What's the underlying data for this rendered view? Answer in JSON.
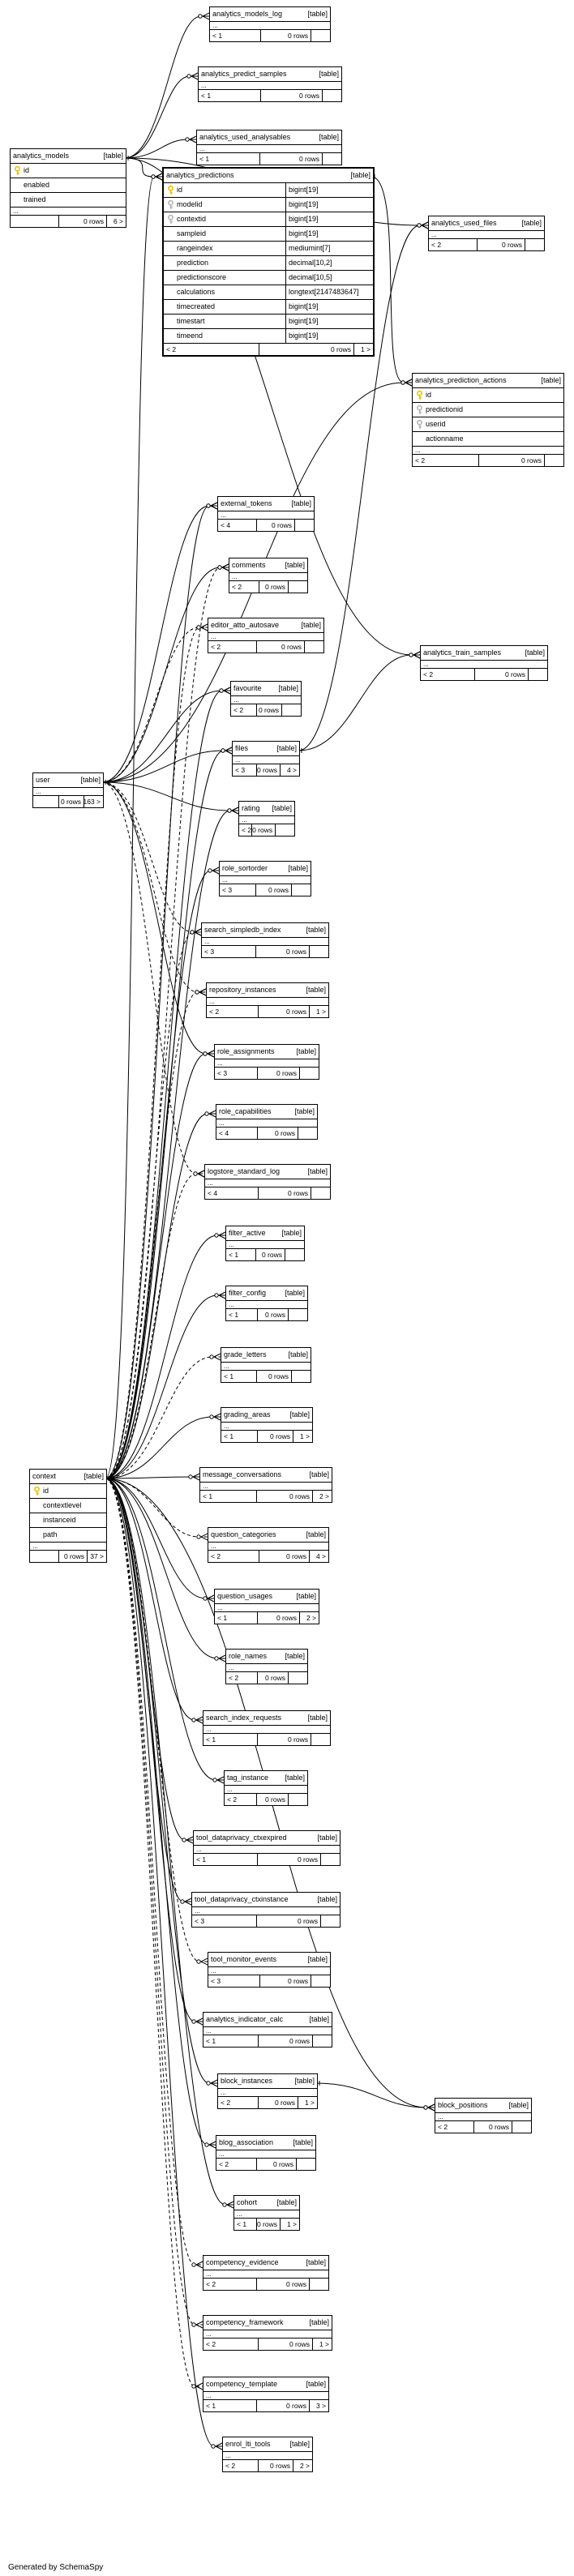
{
  "footer": "Generated by SchemaSpy",
  "colors": {
    "primary_key": "#e8c200",
    "foreign_key": "#b5b5b5",
    "line": "#000000"
  },
  "tables": [
    {
      "id": "analytics_models_log",
      "name": "analytics_models_log",
      "kind": "[table]",
      "ell": true,
      "foot": [
        "< 1",
        "0 rows",
        ""
      ]
    },
    {
      "id": "analytics_predict_samples",
      "name": "analytics_predict_samples",
      "kind": "[table]",
      "ell": true,
      "foot": [
        "< 1",
        "0 rows",
        ""
      ]
    },
    {
      "id": "analytics_used_analysables",
      "name": "analytics_used_analysables",
      "kind": "[table]",
      "ell": true,
      "foot": [
        "< 1",
        "0 rows",
        ""
      ]
    },
    {
      "id": "analytics_models",
      "name": "analytics_models",
      "kind": "[table]",
      "cols": [
        {
          "n": "id",
          "k": "pk"
        },
        {
          "n": "enabled"
        },
        {
          "n": "trained"
        }
      ],
      "ell": true,
      "foot": [
        "",
        "0 rows",
        "6 >"
      ]
    },
    {
      "id": "analytics_predictions",
      "name": "analytics_predictions",
      "kind": "[table]",
      "focus": true,
      "cols": [
        {
          "n": "id",
          "k": "pk",
          "t": "bigint[19]"
        },
        {
          "n": "modelid",
          "k": "fk",
          "t": "bigint[19]"
        },
        {
          "n": "contextid",
          "k": "fk",
          "t": "bigint[19]"
        },
        {
          "n": "sampleid",
          "t": "bigint[19]"
        },
        {
          "n": "rangeindex",
          "t": "mediumint[7]"
        },
        {
          "n": "prediction",
          "t": "decimal[10,2]"
        },
        {
          "n": "predictionscore",
          "t": "decimal[10,5]"
        },
        {
          "n": "calculations",
          "t": "longtext[2147483647]"
        },
        {
          "n": "timecreated",
          "t": "bigint[19]"
        },
        {
          "n": "timestart",
          "t": "bigint[19]"
        },
        {
          "n": "timeend",
          "t": "bigint[19]"
        }
      ],
      "ell": false,
      "foot": [
        "< 2",
        "0 rows",
        "1 >"
      ]
    },
    {
      "id": "analytics_used_files",
      "name": "analytics_used_files",
      "kind": "[table]",
      "ell": true,
      "foot": [
        "< 2",
        "0 rows",
        ""
      ]
    },
    {
      "id": "analytics_prediction_actions",
      "name": "analytics_prediction_actions",
      "kind": "[table]",
      "cols": [
        {
          "n": "id",
          "k": "pk"
        },
        {
          "n": "predictionid",
          "k": "fk"
        },
        {
          "n": "userid",
          "k": "fk"
        },
        {
          "n": "actionname"
        }
      ],
      "ell": true,
      "foot": [
        "< 2",
        "0 rows",
        ""
      ]
    },
    {
      "id": "analytics_train_samples",
      "name": "analytics_train_samples",
      "kind": "[table]",
      "ell": true,
      "foot": [
        "< 2",
        "0 rows",
        ""
      ]
    },
    {
      "id": "user",
      "name": "user",
      "kind": "[table]",
      "ell": true,
      "foot": [
        "",
        "0 rows",
        "163 >"
      ]
    },
    {
      "id": "context",
      "name": "context",
      "kind": "[table]",
      "cols": [
        {
          "n": "id",
          "k": "pk"
        },
        {
          "n": "contextlevel"
        },
        {
          "n": "instanceid"
        },
        {
          "n": "path"
        }
      ],
      "ell": true,
      "foot": [
        "",
        "0 rows",
        "37 >"
      ]
    },
    {
      "id": "block_positions",
      "name": "block_positions",
      "kind": "[table]",
      "ell": true,
      "foot": [
        "< 2",
        "0 rows",
        ""
      ]
    },
    {
      "id": "external_tokens",
      "name": "external_tokens",
      "kind": "[table]",
      "ell": true,
      "foot": [
        "< 4",
        "0 rows",
        ""
      ]
    },
    {
      "id": "comments",
      "name": "comments",
      "kind": "[table]",
      "ell": true,
      "foot": [
        "< 2",
        "0 rows",
        ""
      ]
    },
    {
      "id": "editor_atto_autosave",
      "name": "editor_atto_autosave",
      "kind": "[table]",
      "ell": true,
      "foot": [
        "< 2",
        "0 rows",
        ""
      ]
    },
    {
      "id": "favourite",
      "name": "favourite",
      "kind": "[table]",
      "ell": true,
      "foot": [
        "< 2",
        "0 rows",
        ""
      ]
    },
    {
      "id": "files",
      "name": "files",
      "kind": "[table]",
      "ell": true,
      "foot": [
        "< 3",
        "0 rows",
        "4 >"
      ]
    },
    {
      "id": "rating",
      "name": "rating",
      "kind": "[table]",
      "ell": true,
      "foot": [
        "< 2",
        "0 rows",
        ""
      ]
    },
    {
      "id": "role_sortorder",
      "name": "role_sortorder",
      "kind": "[table]",
      "ell": true,
      "foot": [
        "< 3",
        "0 rows",
        ""
      ]
    },
    {
      "id": "search_simpledb_index",
      "name": "search_simpledb_index",
      "kind": "[table]",
      "ell": true,
      "foot": [
        "< 3",
        "0 rows",
        ""
      ]
    },
    {
      "id": "repository_instances",
      "name": "repository_instances",
      "kind": "[table]",
      "ell": true,
      "foot": [
        "< 2",
        "0 rows",
        "1 >"
      ]
    },
    {
      "id": "role_assignments",
      "name": "role_assignments",
      "kind": "[table]",
      "ell": true,
      "foot": [
        "< 3",
        "0 rows",
        ""
      ]
    },
    {
      "id": "role_capabilities",
      "name": "role_capabilities",
      "kind": "[table]",
      "ell": true,
      "foot": [
        "< 4",
        "0 rows",
        ""
      ]
    },
    {
      "id": "logstore_standard_log",
      "name": "logstore_standard_log",
      "kind": "[table]",
      "ell": true,
      "foot": [
        "< 4",
        "0 rows",
        ""
      ]
    },
    {
      "id": "filter_active",
      "name": "filter_active",
      "kind": "[table]",
      "ell": true,
      "foot": [
        "< 1",
        "0 rows",
        ""
      ]
    },
    {
      "id": "filter_config",
      "name": "filter_config",
      "kind": "[table]",
      "ell": true,
      "foot": [
        "< 1",
        "0 rows",
        ""
      ]
    },
    {
      "id": "grade_letters",
      "name": "grade_letters",
      "kind": "[table]",
      "ell": true,
      "foot": [
        "< 1",
        "0 rows",
        ""
      ]
    },
    {
      "id": "grading_areas",
      "name": "grading_areas",
      "kind": "[table]",
      "ell": true,
      "foot": [
        "< 1",
        "0 rows",
        "1 >"
      ]
    },
    {
      "id": "message_conversations",
      "name": "message_conversations",
      "kind": "[table]",
      "ell": true,
      "foot": [
        "< 1",
        "0 rows",
        "2 >"
      ]
    },
    {
      "id": "question_categories",
      "name": "question_categories",
      "kind": "[table]",
      "ell": true,
      "foot": [
        "< 2",
        "0 rows",
        "4 >"
      ]
    },
    {
      "id": "question_usages",
      "name": "question_usages",
      "kind": "[table]",
      "ell": true,
      "foot": [
        "< 1",
        "0 rows",
        "2 >"
      ]
    },
    {
      "id": "role_names",
      "name": "role_names",
      "kind": "[table]",
      "ell": true,
      "foot": [
        "< 2",
        "0 rows",
        ""
      ]
    },
    {
      "id": "search_index_requests",
      "name": "search_index_requests",
      "kind": "[table]",
      "ell": true,
      "foot": [
        "< 1",
        "0 rows",
        ""
      ]
    },
    {
      "id": "tag_instance",
      "name": "tag_instance",
      "kind": "[table]",
      "ell": true,
      "foot": [
        "< 2",
        "0 rows",
        ""
      ]
    },
    {
      "id": "tool_dataprivacy_ctxexpired",
      "name": "tool_dataprivacy_ctxexpired",
      "kind": "[table]",
      "ell": true,
      "foot": [
        "< 1",
        "0 rows",
        ""
      ]
    },
    {
      "id": "tool_dataprivacy_ctxinstance",
      "name": "tool_dataprivacy_ctxinstance",
      "kind": "[table]",
      "ell": true,
      "foot": [
        "< 3",
        "0 rows",
        ""
      ]
    },
    {
      "id": "tool_monitor_events",
      "name": "tool_monitor_events",
      "kind": "[table]",
      "ell": true,
      "foot": [
        "< 3",
        "0 rows",
        ""
      ]
    },
    {
      "id": "analytics_indicator_calc",
      "name": "analytics_indicator_calc",
      "kind": "[table]",
      "ell": true,
      "foot": [
        "< 1",
        "0 rows",
        ""
      ]
    },
    {
      "id": "block_instances",
      "name": "block_instances",
      "kind": "[table]",
      "ell": true,
      "foot": [
        "< 2",
        "0 rows",
        "1 >"
      ]
    },
    {
      "id": "blog_association",
      "name": "blog_association",
      "kind": "[table]",
      "ell": true,
      "foot": [
        "< 2",
        "0 rows",
        ""
      ]
    },
    {
      "id": "cohort",
      "name": "cohort",
      "kind": "[table]",
      "ell": true,
      "foot": [
        "< 1",
        "0 rows",
        "1 >"
      ]
    },
    {
      "id": "competency_evidence",
      "name": "competency_evidence",
      "kind": "[table]",
      "ell": true,
      "foot": [
        "< 2",
        "0 rows",
        ""
      ]
    },
    {
      "id": "competency_framework",
      "name": "competency_framework",
      "kind": "[table]",
      "ell": true,
      "foot": [
        "< 2",
        "0 rows",
        "1 >"
      ]
    },
    {
      "id": "competency_template",
      "name": "competency_template",
      "kind": "[table]",
      "ell": true,
      "foot": [
        "< 1",
        "0 rows",
        "3 >"
      ]
    },
    {
      "id": "enrol_lti_tools",
      "name": "enrol_lti_tools",
      "kind": "[table]",
      "ell": true,
      "foot": [
        "< 2",
        "0 rows",
        "2 >"
      ]
    }
  ],
  "relations": [
    {
      "from": "analytics_models",
      "to": "analytics_models_log"
    },
    {
      "from": "analytics_models",
      "to": "analytics_predict_samples"
    },
    {
      "from": "analytics_models",
      "to": "analytics_used_analysables"
    },
    {
      "from": "analytics_models",
      "to": "analytics_predictions"
    },
    {
      "from": "analytics_models",
      "to": "analytics_used_files"
    },
    {
      "from": "analytics_models",
      "to": "analytics_train_samples"
    },
    {
      "from": "analytics_predictions",
      "to": "analytics_prediction_actions"
    },
    {
      "from": "files",
      "to": "analytics_used_files"
    },
    {
      "from": "files",
      "to": "analytics_train_samples"
    },
    {
      "from": "user",
      "to": "external_tokens"
    },
    {
      "from": "user",
      "to": "comments"
    },
    {
      "from": "user",
      "to": "editor_atto_autosave",
      "dash": true
    },
    {
      "from": "user",
      "to": "favourite"
    },
    {
      "from": "user",
      "to": "files"
    },
    {
      "from": "user",
      "to": "rating"
    },
    {
      "from": "user",
      "to": "search_simpledb_index",
      "dash": true
    },
    {
      "from": "user",
      "to": "repository_instances",
      "dash": true
    },
    {
      "from": "user",
      "to": "role_assignments"
    },
    {
      "from": "user",
      "to": "logstore_standard_log",
      "dash": true
    },
    {
      "from": "user",
      "to": "analytics_prediction_actions"
    },
    {
      "from": "context",
      "to": "analytics_predictions"
    },
    {
      "from": "context",
      "to": "external_tokens"
    },
    {
      "from": "context",
      "to": "comments",
      "dash": true
    },
    {
      "from": "context",
      "to": "editor_atto_autosave",
      "dash": true
    },
    {
      "from": "context",
      "to": "favourite"
    },
    {
      "from": "context",
      "to": "files"
    },
    {
      "from": "context",
      "to": "rating"
    },
    {
      "from": "context",
      "to": "role_sortorder"
    },
    {
      "from": "context",
      "to": "search_simpledb_index",
      "dash": true
    },
    {
      "from": "context",
      "to": "repository_instances",
      "dash": true
    },
    {
      "from": "context",
      "to": "role_assignments"
    },
    {
      "from": "context",
      "to": "role_capabilities"
    },
    {
      "from": "context",
      "to": "logstore_standard_log",
      "dash": true
    },
    {
      "from": "context",
      "to": "filter_active"
    },
    {
      "from": "context",
      "to": "filter_config"
    },
    {
      "from": "context",
      "to": "grade_letters",
      "dash": true
    },
    {
      "from": "context",
      "to": "grading_areas"
    },
    {
      "from": "context",
      "to": "message_conversations"
    },
    {
      "from": "context",
      "to": "question_categories",
      "dash": true
    },
    {
      "from": "context",
      "to": "question_usages"
    },
    {
      "from": "context",
      "to": "role_names"
    },
    {
      "from": "context",
      "to": "search_index_requests"
    },
    {
      "from": "context",
      "to": "tag_instance"
    },
    {
      "from": "context",
      "to": "tool_dataprivacy_ctxexpired"
    },
    {
      "from": "context",
      "to": "tool_dataprivacy_ctxinstance"
    },
    {
      "from": "context",
      "to": "tool_monitor_events",
      "dash": true
    },
    {
      "from": "context",
      "to": "analytics_indicator_calc"
    },
    {
      "from": "context",
      "to": "block_instances"
    },
    {
      "from": "context",
      "to": "block_positions"
    },
    {
      "from": "context",
      "to": "blog_association"
    },
    {
      "from": "context",
      "to": "cohort"
    },
    {
      "from": "context",
      "to": "competency_evidence",
      "dash": true
    },
    {
      "from": "context",
      "to": "competency_framework",
      "dash": true
    },
    {
      "from": "context",
      "to": "competency_template",
      "dash": true
    },
    {
      "from": "context",
      "to": "enrol_lti_tools"
    },
    {
      "from": "block_instances",
      "to": "block_positions"
    }
  ]
}
